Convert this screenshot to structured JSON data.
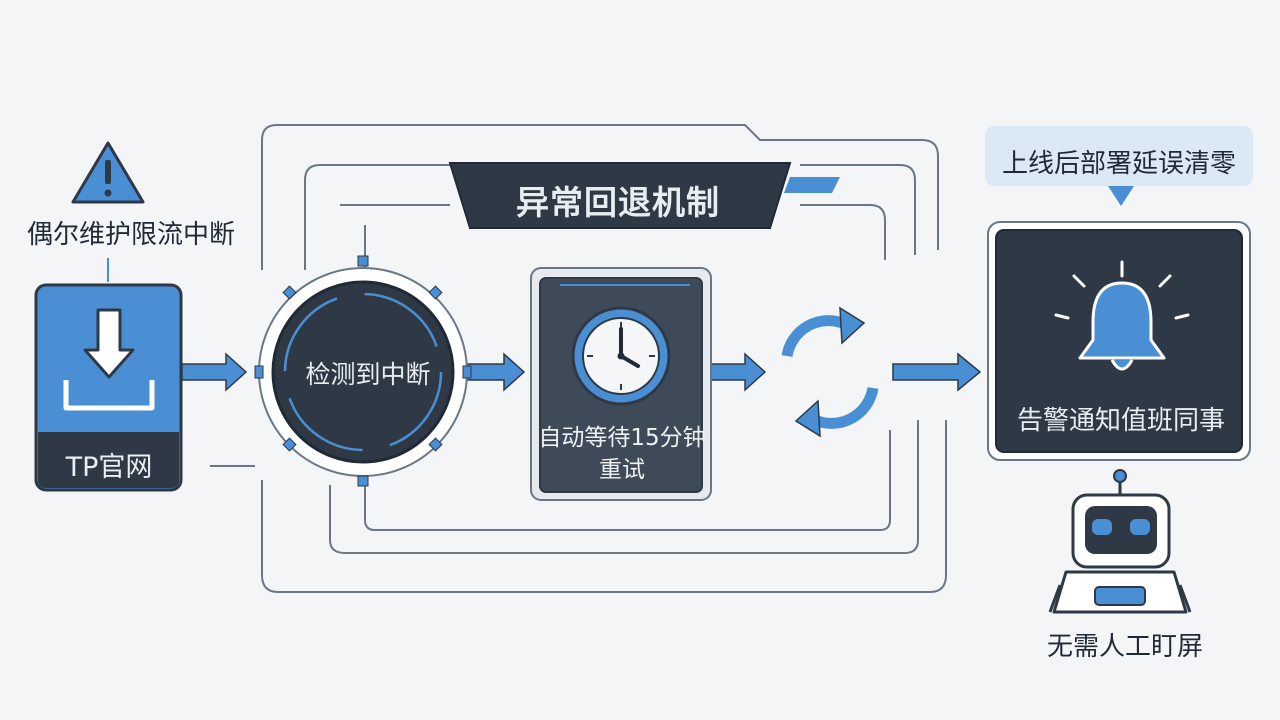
{
  "diagram": {
    "title": "异常回退机制",
    "warning": {
      "icon": "warning-triangle-icon",
      "label": "偶尔维护限流中断"
    },
    "source": {
      "icon": "download-icon",
      "label": "TP官网"
    },
    "steps": [
      {
        "id": "detect",
        "label": "检测到中断"
      },
      {
        "id": "wait",
        "icon": "clock-icon",
        "label": "自动等待15分钟重试"
      },
      {
        "id": "retry",
        "icon": "refresh-cycle-icon"
      }
    ],
    "notify": {
      "icon": "bell-icon",
      "label": "告警通知值班同事"
    },
    "callout": {
      "label": "上线后部署延误清零"
    },
    "robot": {
      "icon": "robot-icon",
      "label": "无需人工盯屏"
    }
  },
  "colors": {
    "accent_blue": "#4a8fd4",
    "dark_panel": "#2e3945",
    "line_gray": "#6b7785",
    "background": "#f3f5f7"
  }
}
